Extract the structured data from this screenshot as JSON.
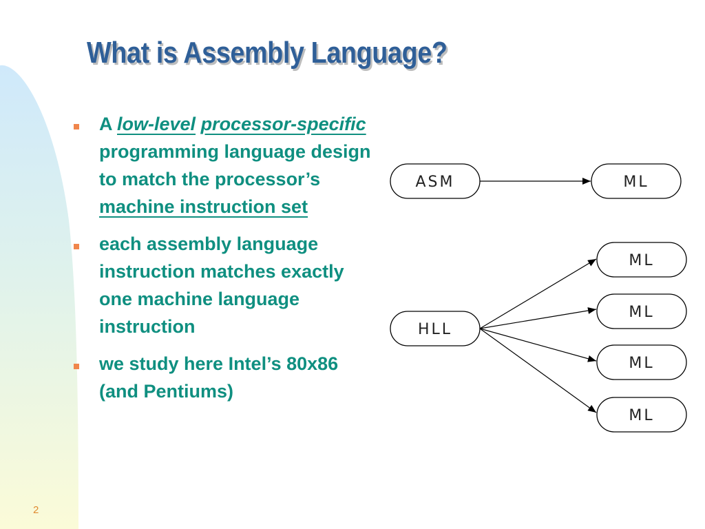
{
  "slide": {
    "title": "What is Assembly Language?",
    "page_number": "2"
  },
  "bullets": [
    {
      "parts": [
        "A ",
        "low-level",
        " ",
        "processor-specific",
        " programming language design to match the processor’s ",
        "machine instruction set"
      ]
    },
    {
      "text": "each assembly language instruction matches exactly one machine language instruction"
    },
    {
      "text": "we study here Intel’s 80x86 (and Pentiums)"
    }
  ],
  "diagram": {
    "top_source": "ASM",
    "top_target": "ML",
    "bottom_source": "HLL",
    "bottom_targets": [
      "ML",
      "ML",
      "ML",
      "ML"
    ]
  },
  "colors": {
    "title": "#2f5f98",
    "bullet_text": "#0f8f80",
    "bullet_marker": "#f0864c",
    "page_number": "#e08a30"
  }
}
